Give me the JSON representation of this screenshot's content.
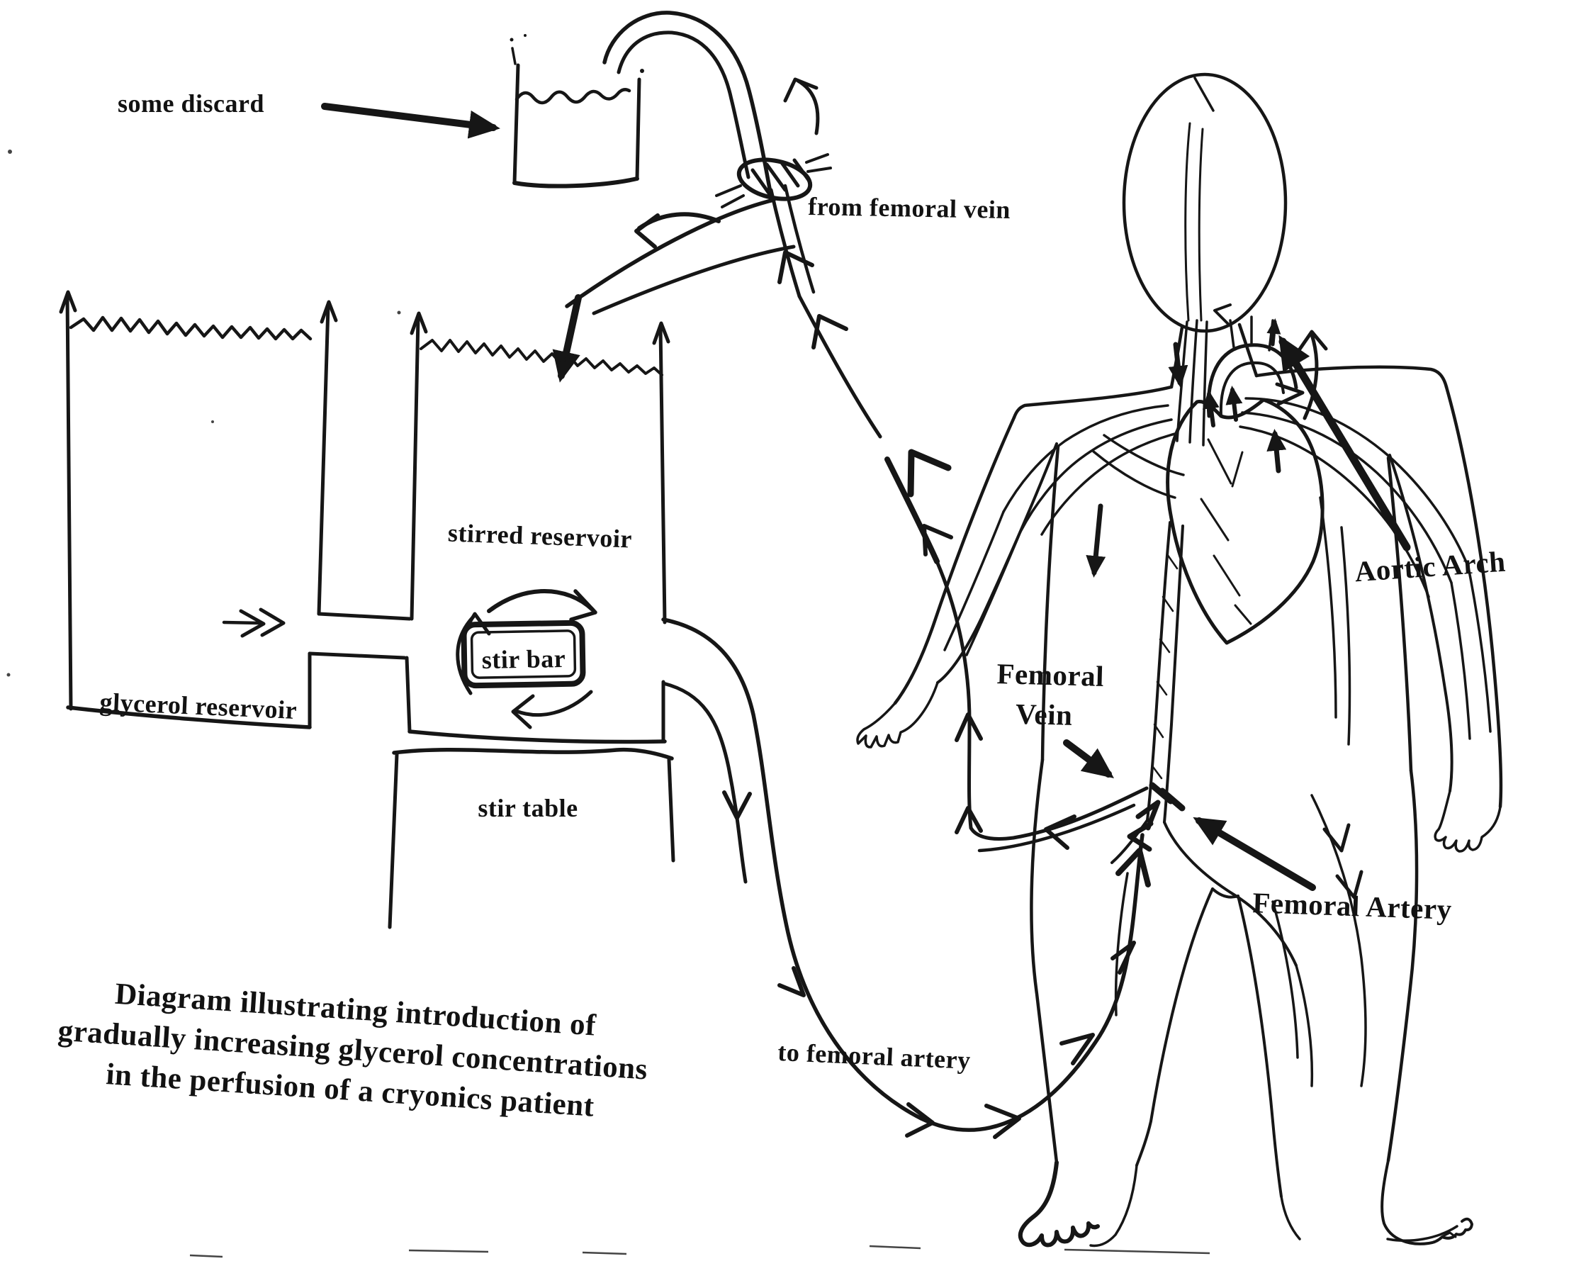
{
  "page": {
    "kind": "hand-drawn scanned diagram",
    "ink_color": "#161616",
    "paper_color": "#ffffff"
  },
  "labels": {
    "some_discard": "some discard",
    "from_femoral_vein": "from femoral vein",
    "stirred_reservoir": "stirred reservoir",
    "glycerol_reservoir": "glycerol reservoir",
    "stir_bar": "stir bar",
    "stir_table": "stir table",
    "femoral_vein_line1": "Femoral",
    "femoral_vein_line2": "Vein",
    "aortic_arch": "Aortic Arch",
    "femoral_artery": "Femoral Artery",
    "to_femoral_artery": "to femoral artery"
  },
  "caption": {
    "line1": "Diagram illustrating introduction of",
    "line2": "gradually increasing glycerol concentrations",
    "line3": "in the perfusion of a cryonics patient"
  }
}
